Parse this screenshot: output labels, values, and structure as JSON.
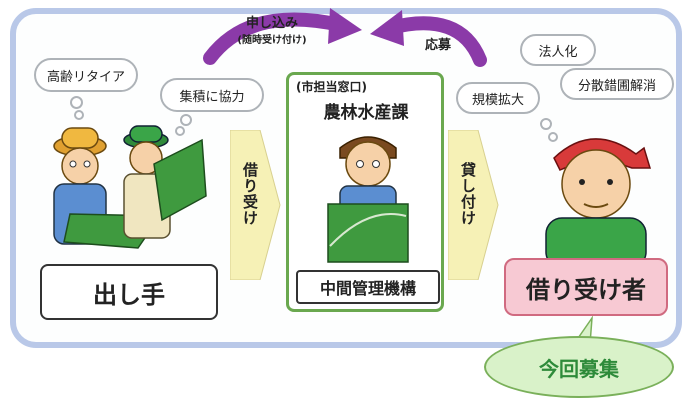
{
  "top_flows": {
    "apply_line1": "申し込み",
    "apply_line2": "(随時受け付け)",
    "response": "応募"
  },
  "thoughts": {
    "aging": "高齢リタイア",
    "consolidation": "集積に協力",
    "incorporation": "法人化",
    "expansion": "規模拡大",
    "dispersion": "分散錯圃解消"
  },
  "arrows": {
    "lend_in": "借り受け",
    "lend_out": "貸し付け"
  },
  "center": {
    "office": "(市担当窓口)",
    "department": "農林水産課",
    "agency": "中間管理機構"
  },
  "boxes": {
    "lender": "出し手",
    "borrower": "借り受け者"
  },
  "badge": {
    "recruiting": "今回募集"
  },
  "colors": {
    "frame": "#b9c8e8",
    "purple_arrow": "#8b3aa8",
    "yellow_arrow": "#f6f1b6",
    "green_border": "#6aa84f",
    "pink_box": "#f7c9d3",
    "badge_green": "#2e8b3a"
  }
}
